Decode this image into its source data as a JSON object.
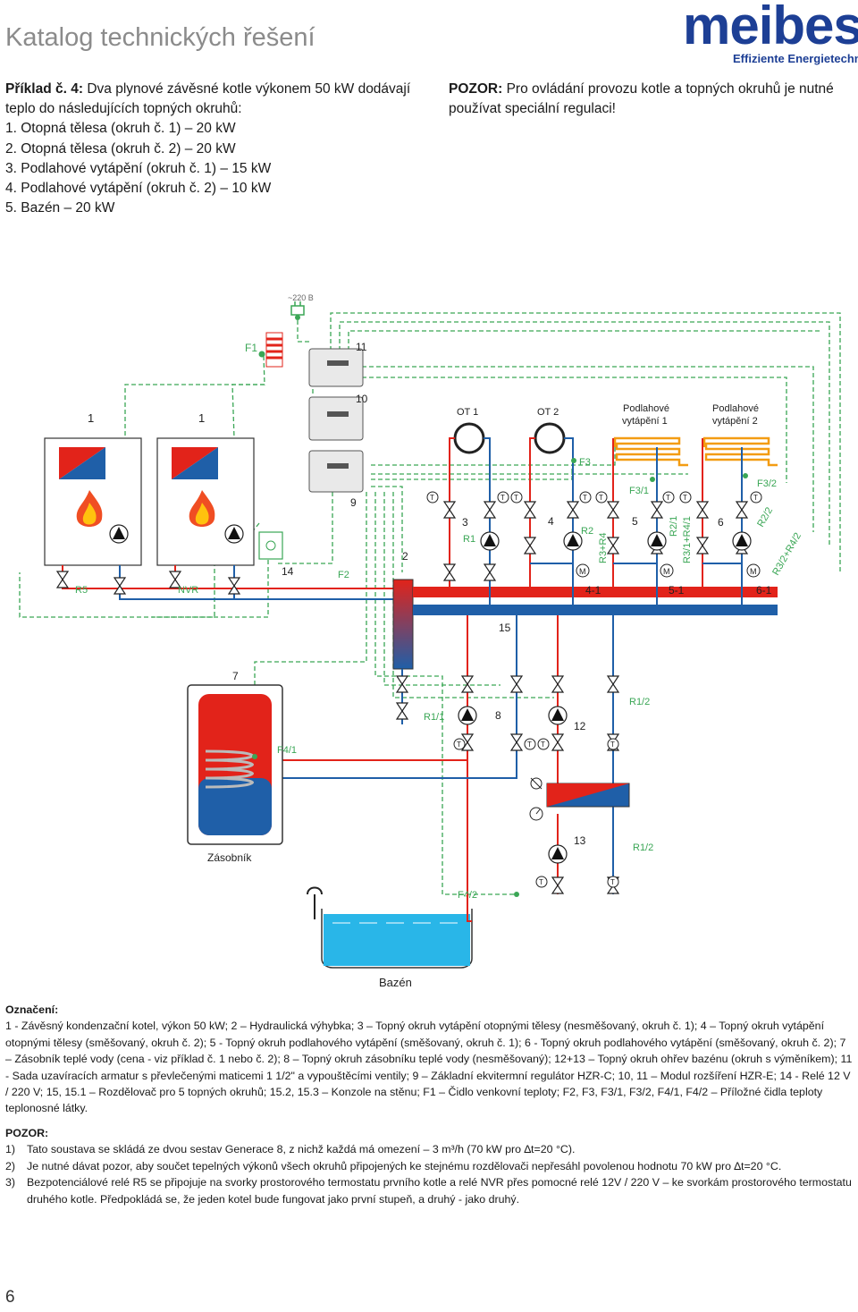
{
  "header": {
    "catalog_title": "Katalog technických řešení",
    "logo_word": "meibes",
    "logo_tagline": "Effiziente Energietechnik"
  },
  "intro": {
    "lead_bold": "Příklad č. 4:",
    "lead_text": " Dva plynové závěsné kotle výkonem 50 kW dodávají teplo do následujících topných okruhů:",
    "items": [
      "1. Otopná tělesa (okruh č. 1) – 20 kW",
      "2. Otopná tělesa (okruh č. 2) – 20 kW",
      "3. Podlahové vytápění (okruh č. 1) – 15 kW",
      "4. Podlahové vytápění (okruh č. 2) – 10 kW",
      "5. Bazén – 20 kW"
    ]
  },
  "warning": {
    "bold": "POZOR:",
    "text": " Pro ovládání provozu kotle a topných okruhů je nutné používat speciální regulaci!"
  },
  "diagram": {
    "labels": {
      "power": "~220 В",
      "f1": "F1",
      "n11": "11",
      "n10": "10",
      "n9": "9",
      "boiler1": "1",
      "boiler2": "1",
      "ot1": "OT 1",
      "ot2": "OT 2",
      "fh1a": "Podlahové",
      "fh1b": "vytápění 1",
      "fh2a": "Podlahové",
      "fh2b": "vytápění 2",
      "f3": "F3",
      "f3_1": "F3/1",
      "f3_2": "F3/2",
      "n3": "3",
      "r1": "R1",
      "n4": "4",
      "r2": "R2",
      "r3r4": "R3+R4",
      "n5": "5",
      "r2_1": "R2/1",
      "r3_1r4_1": "R3/1+R4/1",
      "n6": "6",
      "r2_2": "R2/2",
      "r3_2r4_2": "R3/2+R4/2",
      "n2": "2",
      "n14": "14",
      "f2": "F2",
      "r5": "R5",
      "nvr": "NVR",
      "n4_1": "4-1",
      "n5_1": "5-1",
      "n6_1": "6-1",
      "n15": "15",
      "n7": "7",
      "r1_1": "R1/1",
      "n8": "8",
      "n12": "12",
      "r1_2a": "R1/2",
      "f4_1": "F4/1",
      "n13": "13",
      "r1_2b": "R1/2",
      "tank": "Zásobník",
      "f4_2": "F4/2",
      "pool": "Bazén",
      "t": "T"
    }
  },
  "legend": {
    "heading": "Označení:",
    "text": "1 - Závěsný kondenzační kotel, výkon 50 kW; 2 – Hydraulická výhybka; 3 – Topný okruh vytápění otopnými tělesy (nesměšovaný, okruh č. 1); 4 – Topný okruh vytápění otopnými tělesy (směšovaný, okruh č. 2); 5 - Topný okruh podlahového vytápění (směšovaný, okruh č. 1); 6 - Topný okruh podlahového vytápění (směšovaný, okruh č. 2); 7 – Zásobník teplé vody (cena - viz příklad č. 1 nebo č. 2); 8 – Topný okruh zásobníku teplé vody (nesměšovaný); 12+13 – Topný okruh ohřev bazénu (okruh s výměníkem); 11 - Sada uzavíracích armatur s převlečenými maticemi 1 1/2\" a vypouštěcími ventily; 9 – Základní ekvitermní regulátor HZR-C; 10, 11 – Modul rozšíření HZR-E; 14 - Relé 12 V / 220 V; 15, 15.1 – Rozdělovač pro 5 topných okruhů; 15.2, 15.3 – Konzole na stěnu; F1 – Čidlo venkovní teploty; F2, F3, F3/1, F3/2, F4/1, F4/2 – Příložné čidla teploty teplonosné látky."
  },
  "notes": {
    "heading": "POZOR:",
    "items": [
      {
        "num": "1)",
        "text": "Tato soustava se skládá ze dvou sestav Generace 8, z nichž každá má omezení – 3 m³/h (70 kW pro ∆t=20 °C)."
      },
      {
        "num": "2)",
        "text": "Je nutné dávat pozor, aby součet tepelných výkonů všech okruhů připojených ke stejnému rozdělovači nepřesáhl povolenou hodnotu 70 kW pro ∆t=20 °C."
      },
      {
        "num": "3)",
        "text": "Bezpotenciálové relé R5 se připojuje na svorky prostorového termostatu prvního kotle a relé NVR přes pomocné relé 12V / 220 V – ke svorkám prostorového termostatu druhého kotle. Předpokládá se, že jeden kotel bude fungovat jako první stupeň, a druhý - jako druhý."
      }
    ]
  },
  "footer": {
    "page_number": "6"
  },
  "colors": {
    "hot": "#e2231a",
    "cold": "#1f5fa8",
    "signal": "#3aa655",
    "brand": "#1d3f95"
  }
}
